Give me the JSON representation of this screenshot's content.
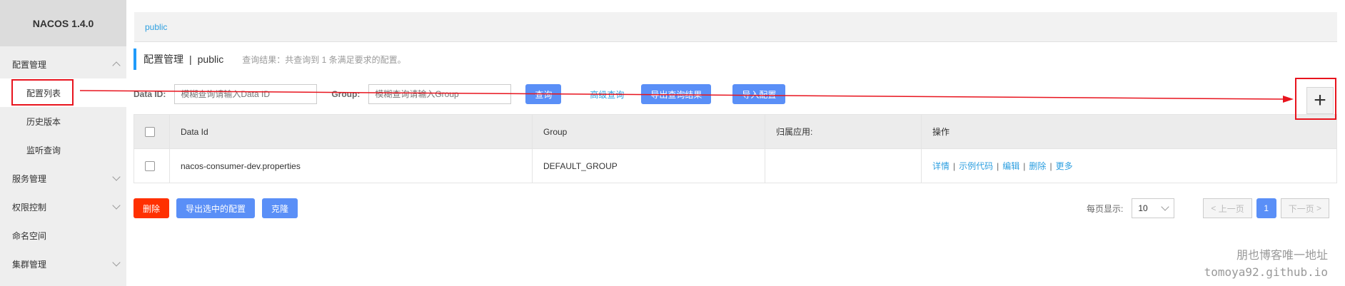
{
  "sidebar": {
    "brand": "NACOS 1.4.0",
    "items": [
      {
        "label": "配置管理"
      },
      {
        "label": "配置列表"
      },
      {
        "label": "历史版本"
      },
      {
        "label": "监听查询"
      },
      {
        "label": "服务管理"
      },
      {
        "label": "权限控制"
      },
      {
        "label": "命名空间"
      },
      {
        "label": "集群管理"
      }
    ]
  },
  "namespace_tab": "public",
  "header": {
    "title": "配置管理",
    "separator": "|",
    "namespace": "public",
    "hint": "查询结果：共查询到 1 条满足要求的配置。"
  },
  "filter": {
    "dataid_label": "Data ID:",
    "dataid_placeholder": "模糊查询请输入Data ID",
    "group_label": "Group:",
    "group_placeholder": "模糊查询请输入Group",
    "query_button": "查询",
    "advanced_link": "高级查询",
    "export_button": "导出查询结果",
    "import_button": "导入配置"
  },
  "add_button": "+",
  "table": {
    "columns": [
      "Data Id",
      "Group",
      "归属应用:",
      "操作"
    ],
    "rows": [
      {
        "data_id": "nacos-consumer-dev.properties",
        "group": "DEFAULT_GROUP",
        "app": "",
        "ops": [
          "详情",
          "示例代码",
          "编辑",
          "删除",
          "更多"
        ]
      }
    ]
  },
  "bulk": {
    "delete": "删除",
    "export_selected": "导出选中的配置",
    "clone": "克隆"
  },
  "pager": {
    "page_size_label": "每页显示:",
    "page_size": "10",
    "prev": "上一页",
    "current": "1",
    "next": "下一页"
  },
  "watermark": {
    "line1": "朋也博客唯一地址",
    "line2": "tomoya92.github.io"
  },
  "colors": {
    "accent": "#5a8ff7",
    "danger": "#ff3000",
    "link": "#2d9fe0",
    "annotation": "#e8141e"
  }
}
